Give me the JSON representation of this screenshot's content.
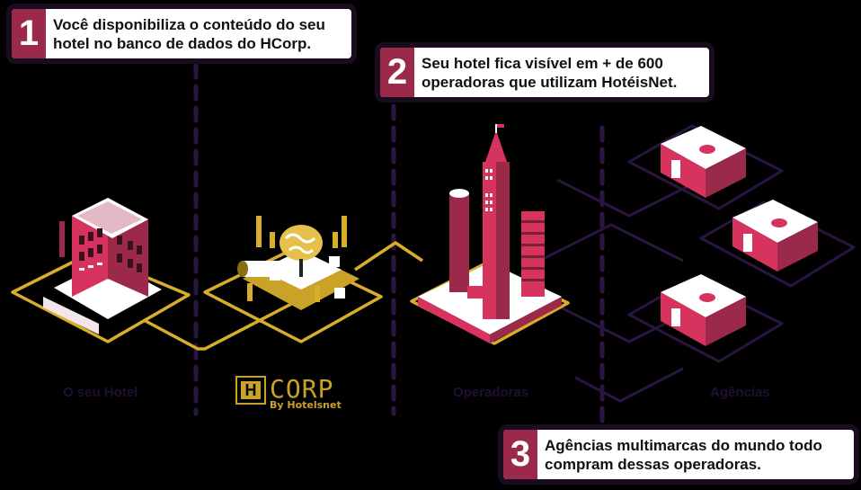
{
  "colors": {
    "background": "#000000",
    "accent_crimson": "#9b2a4a",
    "building_pink": "#d6335f",
    "gold_path": "#d8ad2b",
    "divider_purple": "#2a1540",
    "label_dark": "#1f1030"
  },
  "steps": [
    {
      "number": "1",
      "text_line1": "Você disponibiliza o conteúdo do seu",
      "text_line2": "hotel no banco de dados do HCorp."
    },
    {
      "number": "2",
      "text_line1": "Seu hotel fica visível em + de 600",
      "text_line2": "operadoras que utilizam HotéisNet."
    },
    {
      "number": "3",
      "text_line1": "Agências multimarcas do mundo todo",
      "text_line2": "compram dessas operadoras."
    }
  ],
  "stages": [
    {
      "label": "O seu Hotel",
      "icon": "hotel-building-icon"
    },
    {
      "label": "HCorp",
      "icon": "brain-database-icon"
    },
    {
      "label": "Operadoras",
      "icon": "skyscraper-city-icon"
    },
    {
      "label": "Agências",
      "icon": "agency-shop-icon"
    }
  ],
  "logo": {
    "mark": "H",
    "word": "CORP",
    "tagline": "By Hotelsnet"
  }
}
